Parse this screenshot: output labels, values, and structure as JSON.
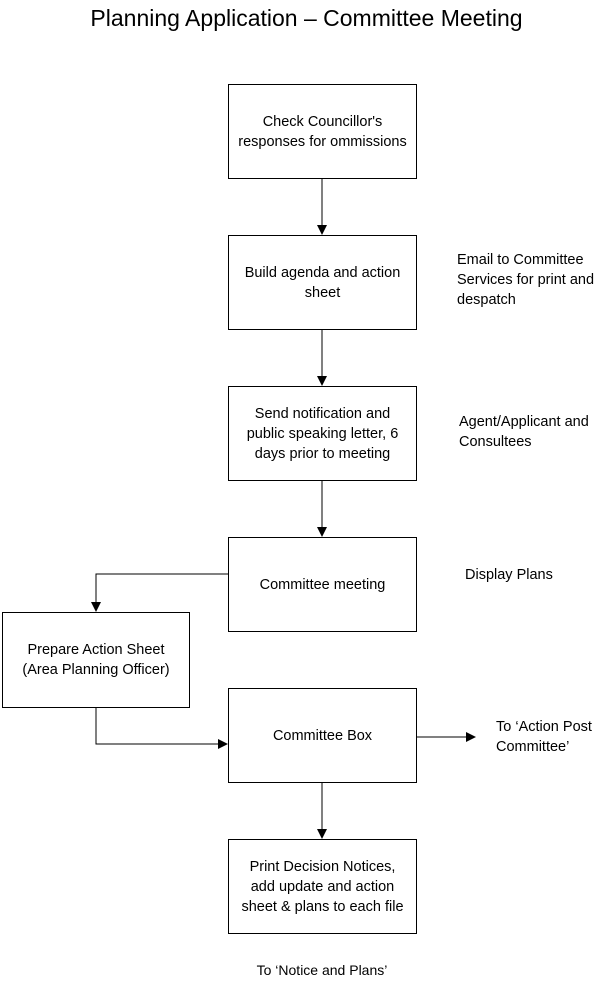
{
  "title": "Planning Application – Committee Meeting",
  "steps": {
    "check_responses": "Check Councillor's responses for ommissions",
    "build_agenda": "Build agenda and action sheet",
    "send_notification": "Send notification and public speaking letter, 6 days prior to meeting",
    "committee_meeting": "Committee meeting",
    "prepare_action_sheet": "Prepare Action Sheet (Area Planning Officer)",
    "committee_box": "Committee Box",
    "print_decision": "Print Decision Notices, add update and action sheet & plans to each file"
  },
  "notes": {
    "email_committee": "Email to Committee Services for print and despatch",
    "agent_applicant": "Agent/Applicant and Consultees",
    "display_plans": "Display Plans",
    "to_action_post": "To ‘Action Post Committee’",
    "to_notice_plans": "To ‘Notice and Plans’"
  }
}
